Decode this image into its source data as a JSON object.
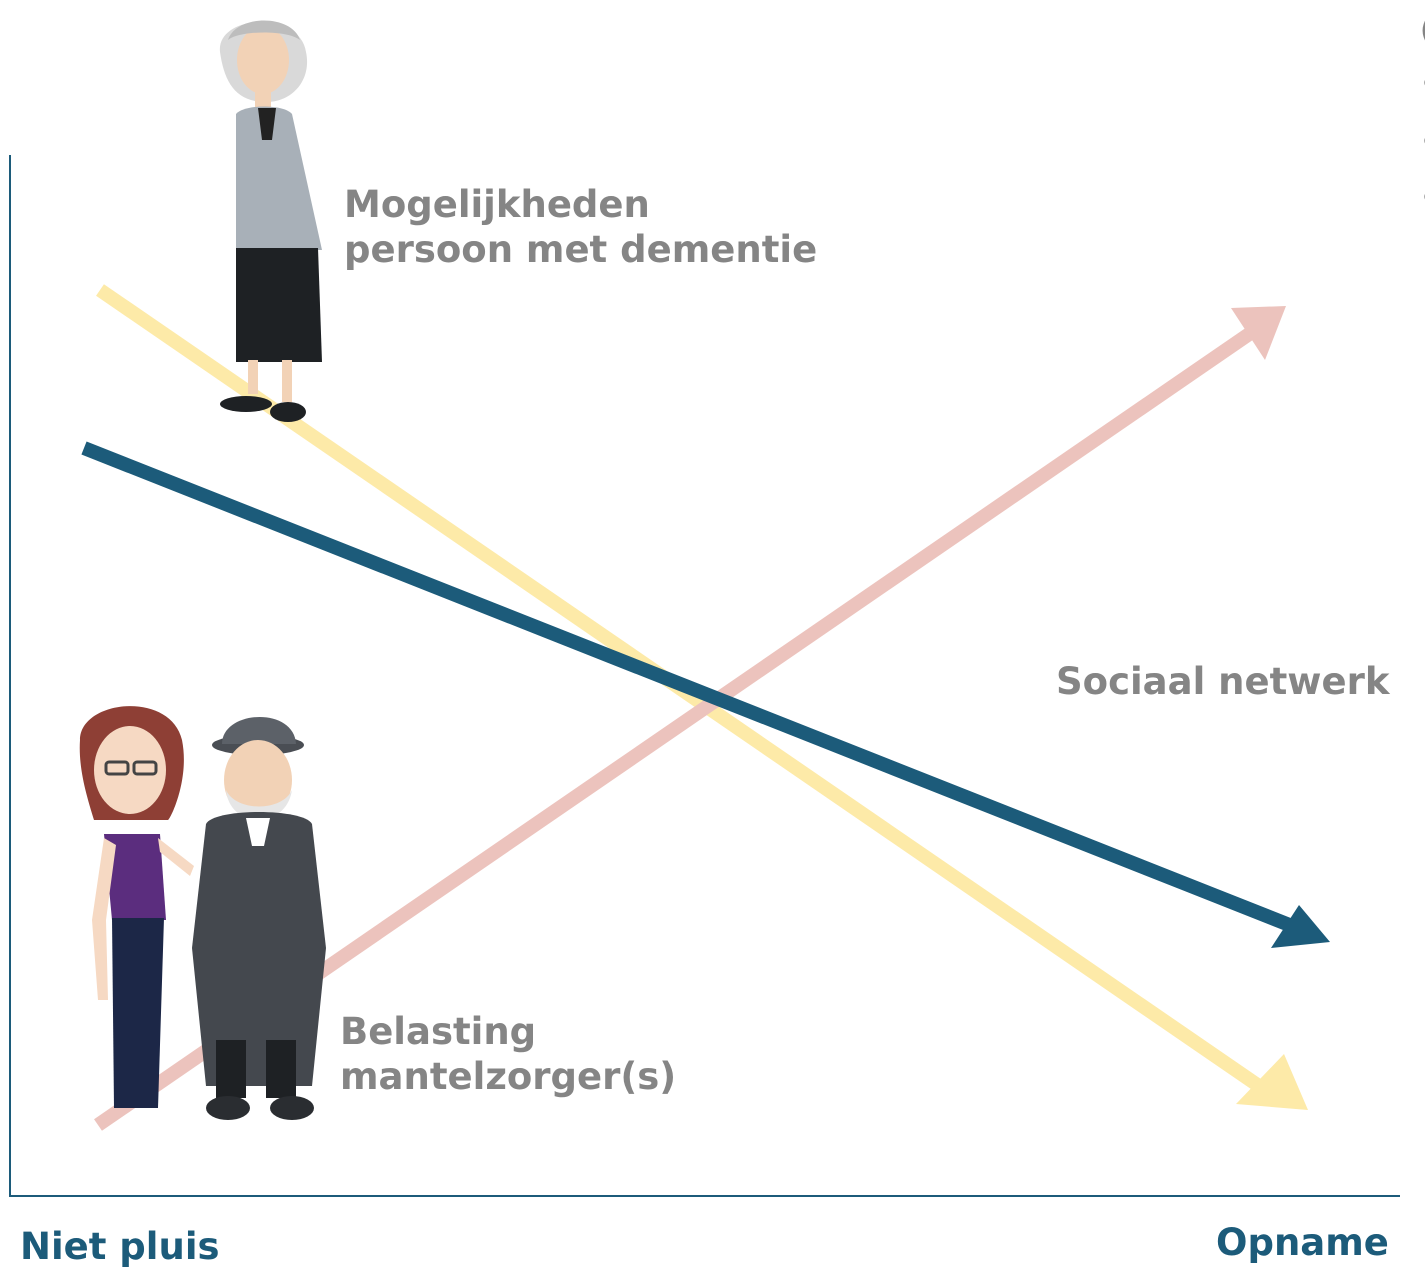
{
  "labels": {
    "mogelijkheden_line1": "Mogelijkheden",
    "mogelijkheden_line2": "persoon met dementie",
    "belasting_line1": "Belasting",
    "belasting_line2": "mantelzorger(s)",
    "sociaal_netwerk": "Sociaal netwerk",
    "x_axis_start": "Niet pluis",
    "x_axis_end": "Opname"
  },
  "colors": {
    "axis": "#1c5b7a",
    "sociaal_netwerk_arrow": "#1c5b7a",
    "mogelijkheden_arrow": "#fdeaa8",
    "belasting_arrow": "#ecc3bd",
    "label_grey": "#858585"
  },
  "icons": [
    "elderly-woman-figure",
    "woman-with-glasses-figure",
    "elderly-man-with-hat-figure"
  ],
  "chart_data": {
    "type": "line",
    "title": "",
    "xlabel": "",
    "ylabel": "",
    "x": [
      "Niet pluis",
      "Opname"
    ],
    "series": [
      {
        "name": "Mogelijkheden persoon met dementie",
        "values": [
          0.87,
          0.05
        ],
        "trend": "decreasing"
      },
      {
        "name": "Sociaal netwerk",
        "values": [
          0.74,
          0.27
        ],
        "trend": "decreasing"
      },
      {
        "name": "Belasting mantelzorger(s)",
        "values": [
          0.04,
          0.87
        ],
        "trend": "increasing"
      }
    ]
  }
}
